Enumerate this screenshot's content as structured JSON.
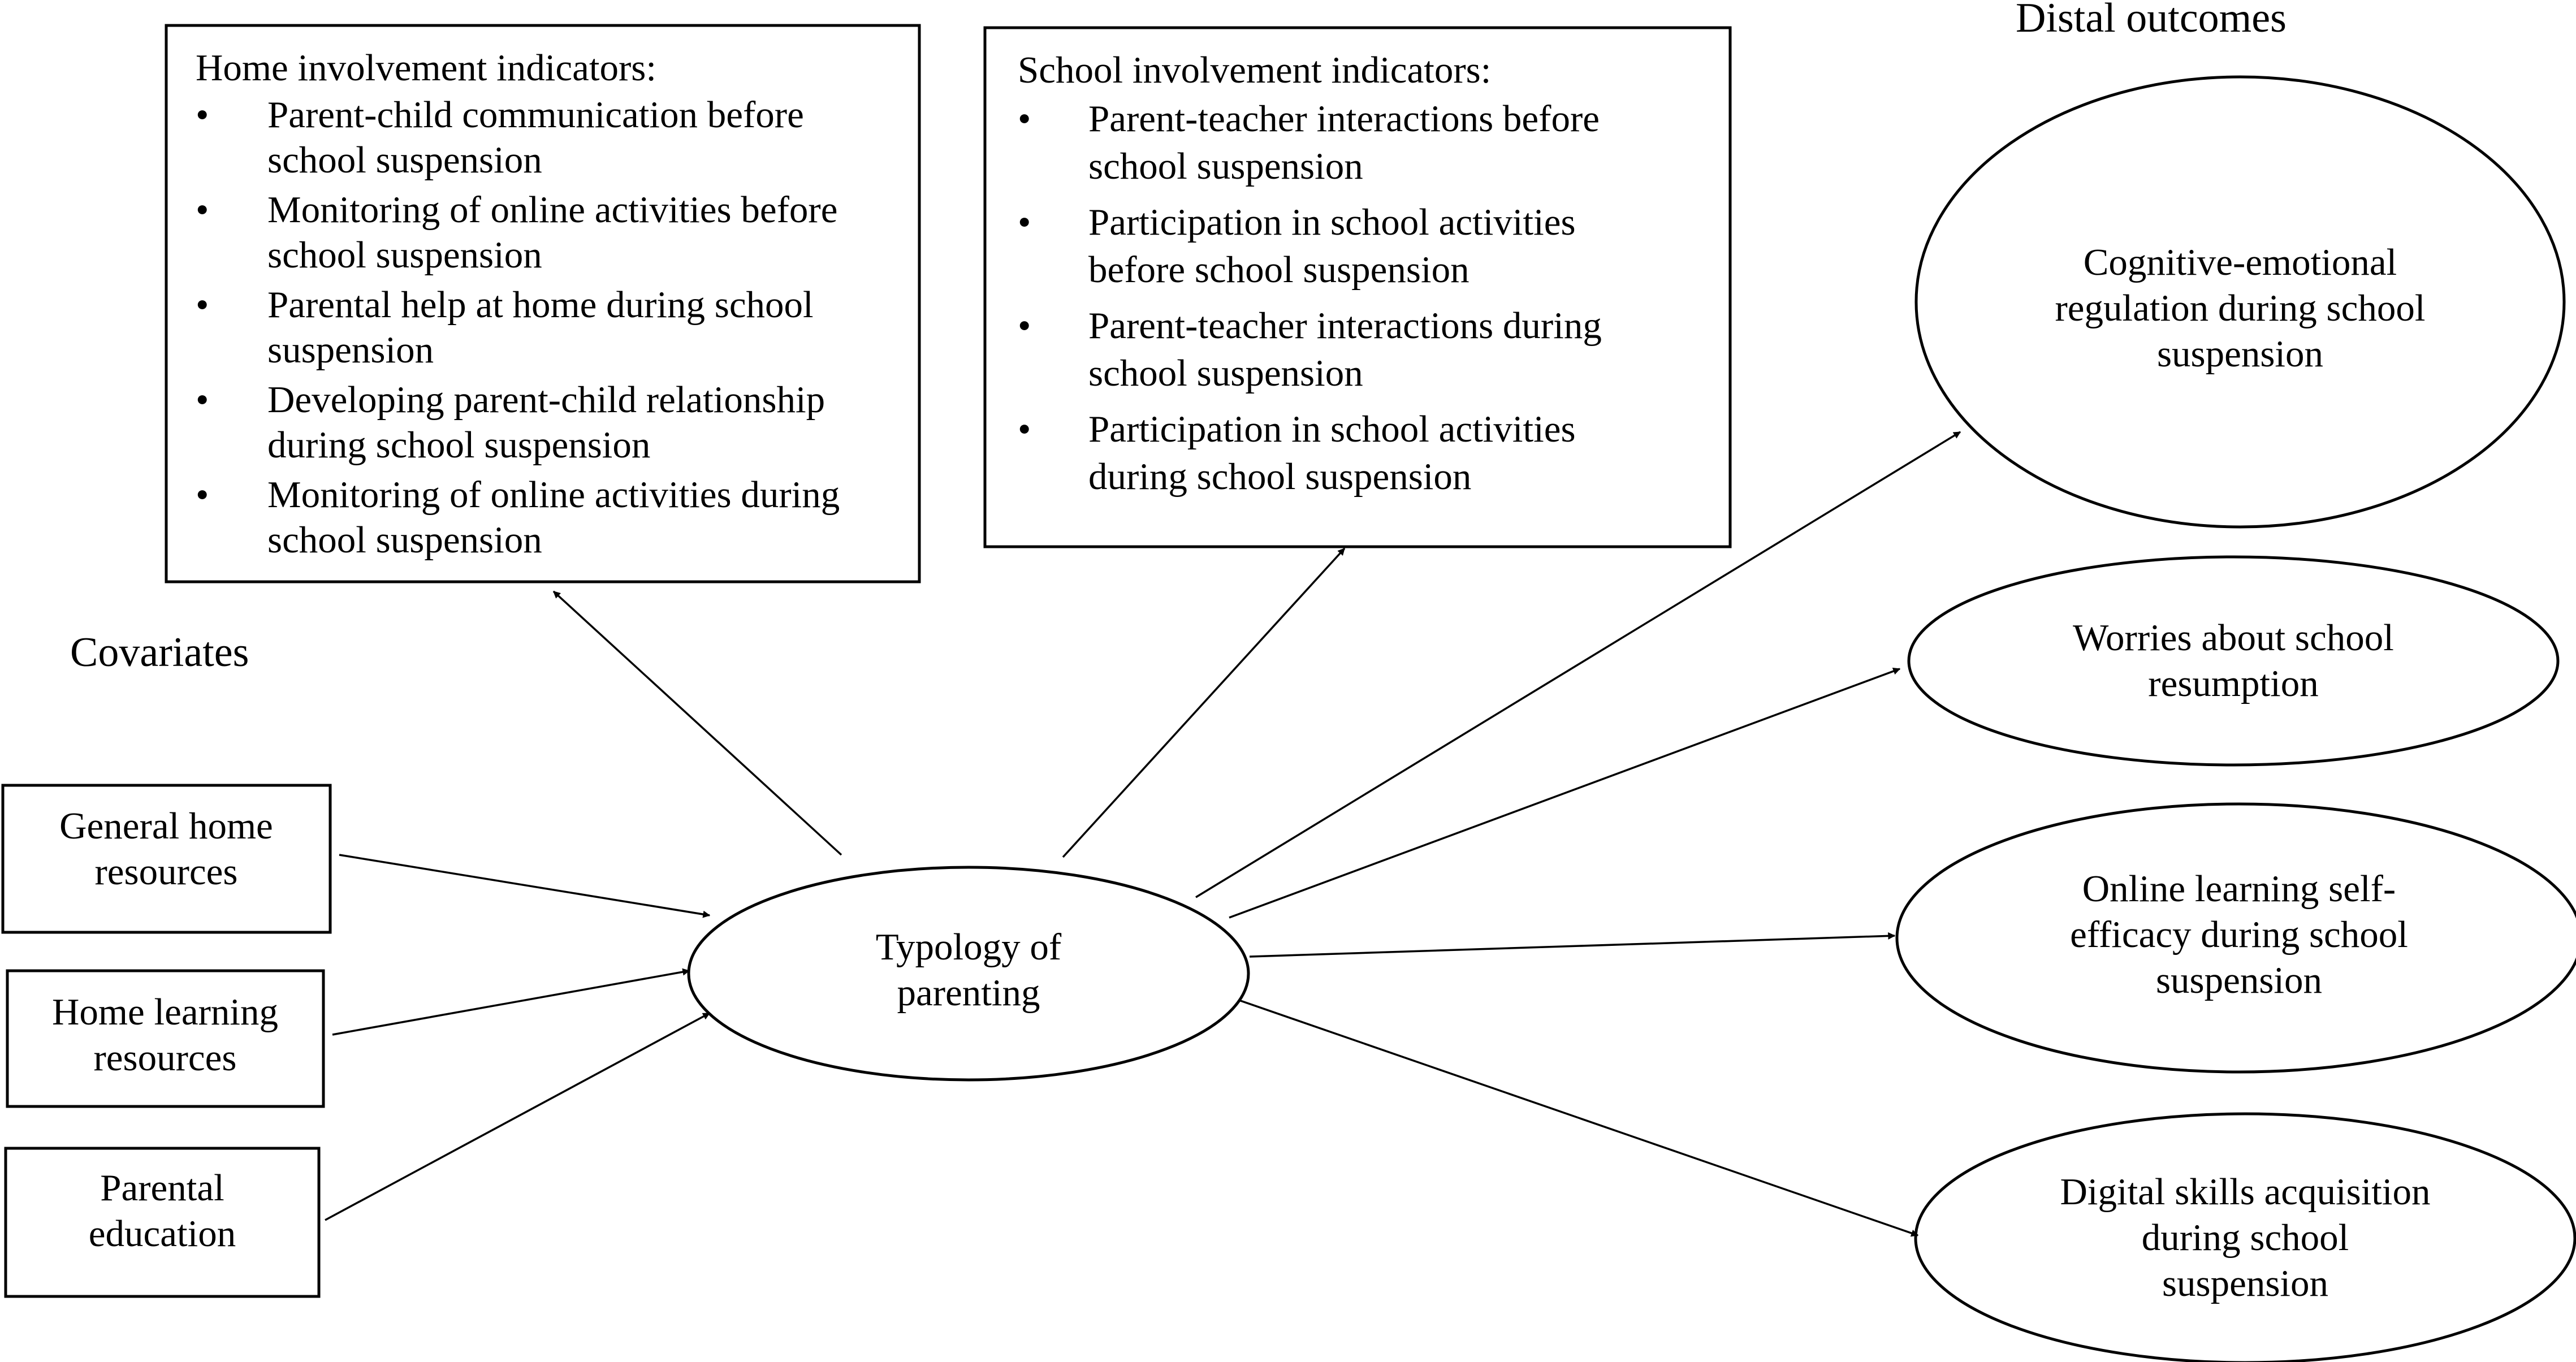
{
  "headings": {
    "covariates": "Covariates",
    "distal_outcomes": "Distal outcomes"
  },
  "home_involvement": {
    "title": "Home involvement indicators:",
    "items": [
      [
        "Parent-child communication before",
        "school suspension"
      ],
      [
        "Monitoring of online activities before",
        "school suspension"
      ],
      [
        "Parental help at home during school",
        "suspension"
      ],
      [
        "Developing parent-child relationship",
        "during school suspension"
      ],
      [
        "Monitoring of online activities during",
        "school suspension"
      ]
    ]
  },
  "school_involvement": {
    "title": "School involvement indicators:",
    "items": [
      [
        "Parent-teacher interactions before",
        "school suspension"
      ],
      [
        "Participation in school activities",
        "before school suspension"
      ],
      [
        "Parent-teacher interactions  during",
        "school suspension"
      ],
      [
        "Participation in school activities",
        "during school suspension"
      ]
    ]
  },
  "covariates": [
    [
      "General home",
      "resources"
    ],
    [
      "Home learning",
      "resources"
    ],
    [
      "Parental",
      "education"
    ]
  ],
  "central": [
    "Typology of",
    "parenting"
  ],
  "outcomes": [
    [
      "Cognitive-emotional",
      "regulation during school",
      "suspension"
    ],
    [
      "Worries about school",
      "resumption"
    ],
    [
      "Online learning self-",
      "efficacy during school",
      "suspension"
    ],
    [
      "Digital skills acquisition",
      "during school",
      "suspension"
    ]
  ],
  "bullet_glyph": "•"
}
